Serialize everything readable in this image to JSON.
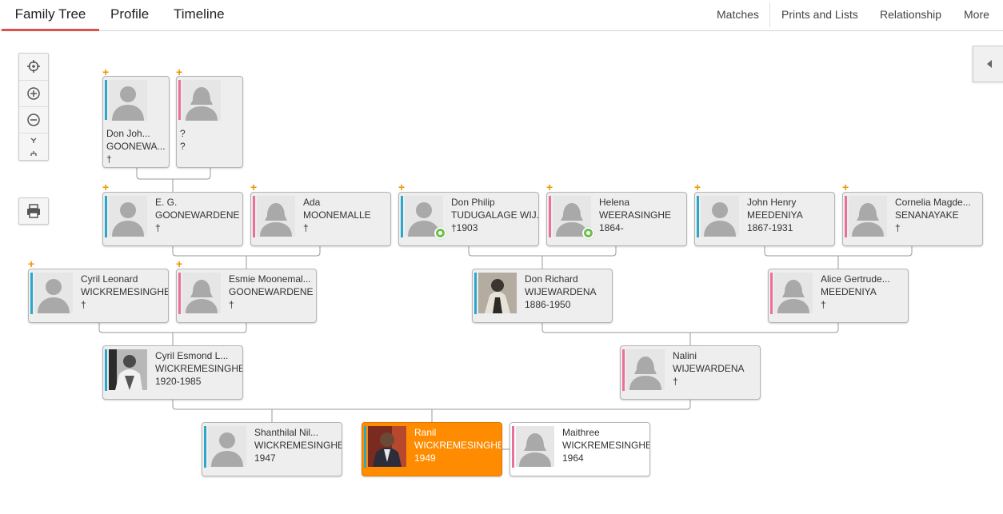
{
  "nav": {
    "tabs": [
      "Family Tree",
      "Profile",
      "Timeline"
    ],
    "menu": [
      "Matches",
      "Prints and Lists",
      "Relationship",
      "More"
    ]
  },
  "colors": {
    "accent_tab": "#d9534f",
    "male": "#2aa7c9",
    "female": "#ec6f9b",
    "focus": "#ff8c00",
    "plus": "#f39200",
    "hint": "#6cc04a"
  },
  "toolbar": {
    "icons": [
      "recenter-icon",
      "zoom-in-icon",
      "zoom-out-icon",
      "collapse-icon",
      "tree-layout-icon"
    ],
    "print_icon": "print-icon",
    "panel_icon": "collapse-panel-icon"
  },
  "people": {
    "gg_f": {
      "line1": "Don Joh...",
      "line2": "GOONEWA...",
      "line3": "†"
    },
    "gg_m": {
      "line1": "?",
      "line2": "?",
      "line3": ""
    },
    "eg": {
      "line1": "E. G.",
      "line2": "GOONEWARDENE",
      "line3": "†"
    },
    "ada": {
      "line1": "Ada",
      "line2": "MOONEMALLE",
      "line3": "†"
    },
    "donphilip": {
      "line1": "Don Philip",
      "line2": "TUDUGALAGE WIJ...",
      "line3": "†1903"
    },
    "helena": {
      "line1": "Helena",
      "line2": "WEERASINGHE",
      "line3": "1864-"
    },
    "johnhenry": {
      "line1": "John Henry",
      "line2": "MEEDENIYA",
      "line3": "1867-1931"
    },
    "cornelia": {
      "line1": "Cornelia Magde...",
      "line2": "SENANAYAKE",
      "line3": "†"
    },
    "cyrilleonard": {
      "line1": "Cyril Leonard",
      "line2": "WICKREMESINGHE",
      "line3": "†"
    },
    "esmie": {
      "line1": "Esmie Moonemal...",
      "line2": "GOONEWARDENE",
      "line3": "†"
    },
    "donrichard": {
      "line1": "Don Richard",
      "line2": "WIJEWARDENA",
      "line3": "1886-1950"
    },
    "alice": {
      "line1": "Alice Gertrude...",
      "line2": "MEEDENIYA",
      "line3": "†"
    },
    "cyrilesmond": {
      "line1": "Cyril Esmond L...",
      "line2": "WICKREMESINGHE",
      "line3": "1920-1985"
    },
    "nalini": {
      "line1": "Nalini",
      "line2": "WIJEWARDENA",
      "line3": "†"
    },
    "shanthilal": {
      "line1": "Shanthilal Nil...",
      "line2": "WICKREMESINGHE",
      "line3": "1947"
    },
    "ranil": {
      "line1": "Ranil",
      "line2": "WICKREMESINGHE",
      "line3": "1949"
    },
    "maithree": {
      "line1": "Maithree",
      "line2": "WICKREMESINGHE",
      "line3": "1964"
    }
  }
}
